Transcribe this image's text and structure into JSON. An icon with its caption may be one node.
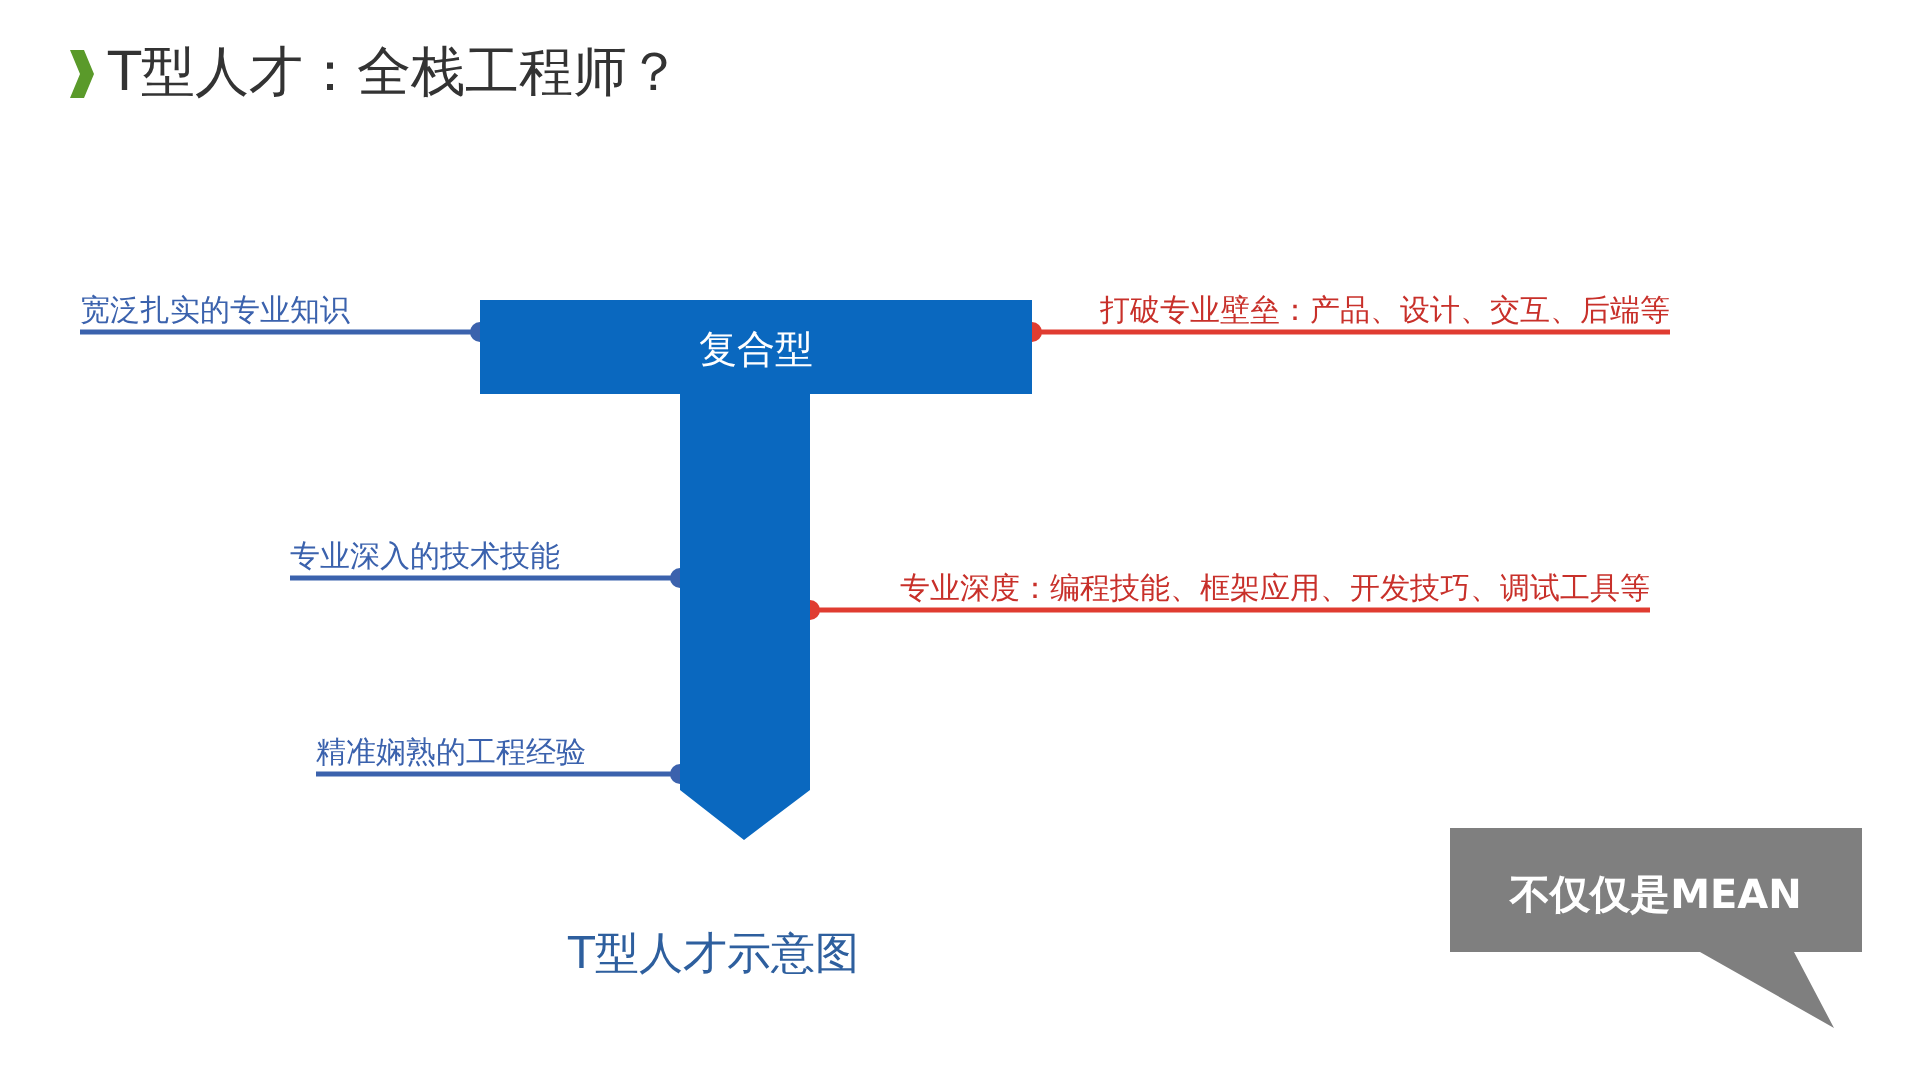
{
  "diagram": {
    "title": "T型人才：全栈工程师？",
    "caption": "T型人才示意图",
    "nodes": [
      {
        "text": [
          "复合型"
        ]
      },
      {
        "text": [
          "宽泛扎实的专业知识"
        ]
      },
      {
        "text": [
          "打破专业壁垒：产品、设计、交互、后端等"
        ]
      },
      {
        "text": [
          "专业深入的技术技能"
        ]
      },
      {
        "text": [
          "专业深度：编程技能、框架应用、开发技巧、调试工具等"
        ]
      },
      {
        "text": [
          "精准娴熟的工程经验"
        ]
      },
      {
        "text": [
          "不仅仅是MEAN"
        ]
      }
    ],
    "edges": [
      {
        "from": 1,
        "to": 0,
        "arrow": "other"
      },
      {
        "from": 2,
        "to": 0,
        "arrow": "other",
        "color": "#e03c31"
      },
      {
        "from": 3,
        "to": 0,
        "arrow": "other"
      },
      {
        "from": 4,
        "to": 0,
        "arrow": "other",
        "color": "#e03c31"
      },
      {
        "from": 5,
        "to": 0,
        "arrow": "other"
      }
    ]
  }
}
